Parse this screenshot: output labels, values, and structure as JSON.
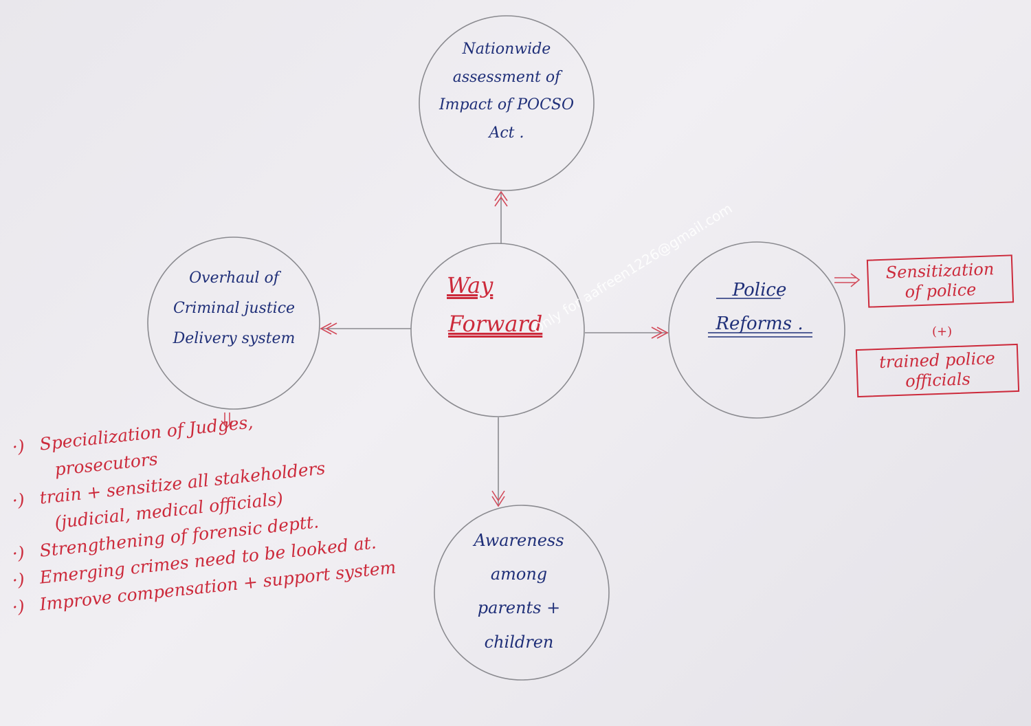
{
  "center": {
    "line1": "Way",
    "line2": "Forward"
  },
  "nodes": {
    "top": {
      "lines": [
        "Nationwide",
        "assessment of",
        "Impact of POCSO",
        "Act ."
      ]
    },
    "left": {
      "lines": [
        "Overhaul of",
        "Criminal justice",
        "Delivery system"
      ]
    },
    "right": {
      "lines": [
        "Police",
        "Reforms ."
      ]
    },
    "bottom": {
      "lines": [
        "Awareness",
        "among",
        "parents +",
        "children"
      ]
    }
  },
  "police_boxes": {
    "box1": [
      "Sensitization",
      "of police"
    ],
    "plus": "(+)",
    "box2": [
      "trained police",
      "officials"
    ]
  },
  "justice_points": [
    "Specialization of Judges,",
    "prosecutors",
    "train + sensitize all stakeholders",
    "(judicial, medical officials)",
    "Strengthening of forensic deptt.",
    "Emerging crimes need to be looked at.",
    "Improve compensation + support system"
  ],
  "watermark": "Only for aafreen1226@gmail.com"
}
